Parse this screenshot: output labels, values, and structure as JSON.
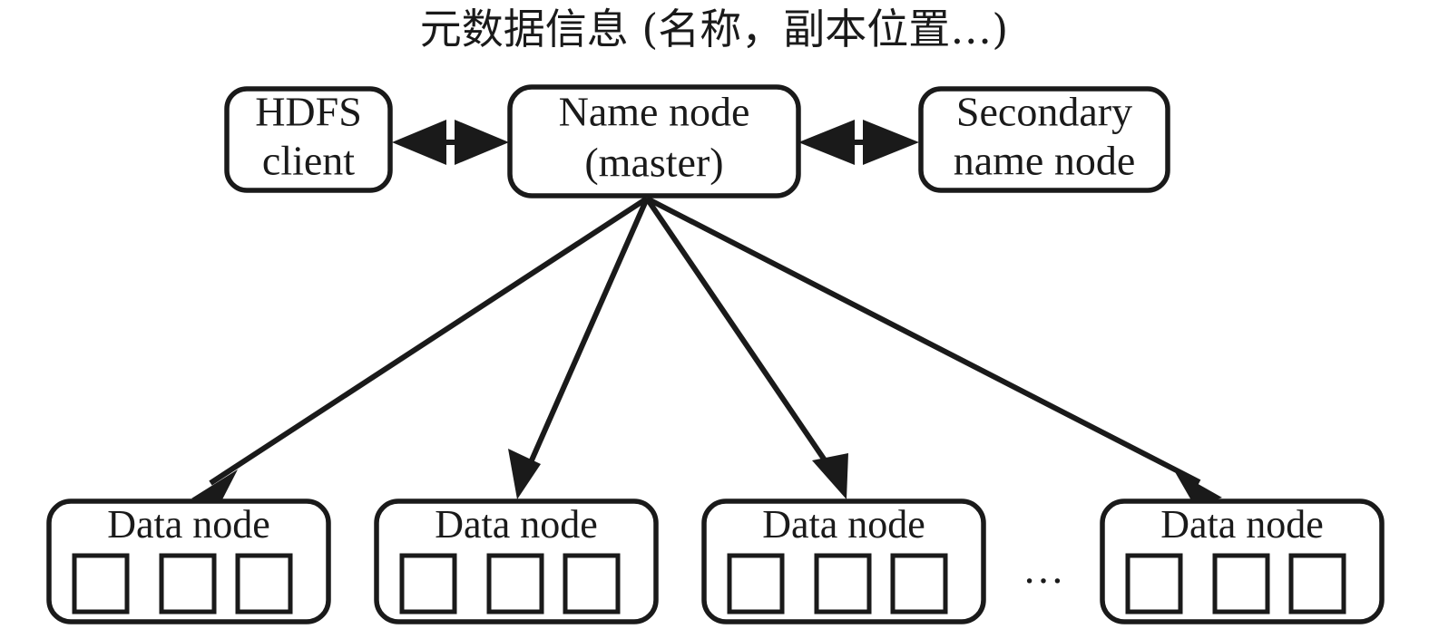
{
  "diagram": {
    "title": "元数据信息 (名称，副本位置…)",
    "top_row": {
      "client": {
        "label": "HDFS client",
        "line1": "HDFS",
        "line2": "client"
      },
      "master": {
        "label": "Name node (master)",
        "line1": "Name node",
        "line2": "(master)"
      },
      "secondary": {
        "label": "Secondary name node",
        "line1": "Secondary",
        "line2": "name node"
      }
    },
    "connectors": [
      {
        "name": "client-master",
        "type": "double-arrow"
      },
      {
        "name": "master-secondary",
        "type": "double-arrow"
      },
      {
        "name": "master-datanode-1",
        "type": "single-arrow"
      },
      {
        "name": "master-datanode-2",
        "type": "single-arrow"
      },
      {
        "name": "master-datanode-3",
        "type": "single-arrow"
      },
      {
        "name": "master-datanode-4",
        "type": "single-arrow"
      }
    ],
    "data_nodes": [
      {
        "label": "Data node",
        "blocks": 3
      },
      {
        "label": "Data node",
        "blocks": 3
      },
      {
        "label": "Data node",
        "blocks": 3
      },
      {
        "label": "Data node",
        "blocks": 3
      }
    ],
    "ellipsis": "…",
    "colors": {
      "stroke": "#1a1a1a",
      "fill": "#ffffff",
      "background": "#ffffff"
    }
  }
}
